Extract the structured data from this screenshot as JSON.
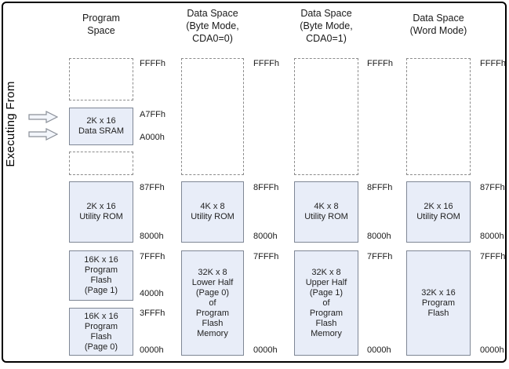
{
  "left_rail": {
    "label": "Executing From"
  },
  "palette": {
    "box_fill": "#e8edf8",
    "box_border": "#7f8795",
    "dashed_border": "#8c8c8c",
    "frame_border": "#000000",
    "text": "#1a1a1a"
  },
  "icons": {
    "arrow": "right-block-arrow"
  },
  "columns": [
    {
      "header": "Program\nSpace",
      "regions": [
        {
          "type": "unpopulated",
          "top_addr": "FFFFh"
        },
        {
          "type": "memory",
          "label": "2K x 16\nData SRAM",
          "top_addr": "A7FFh",
          "bottom_addr": "A000h"
        },
        {
          "type": "unpopulated"
        },
        {
          "type": "memory",
          "label": "2K x 16\nUtility ROM",
          "top_addr": "87FFh",
          "bottom_addr": "8000h"
        },
        {
          "type": "memory",
          "label": "16K x 16\nProgram\nFlash\n(Page 1)",
          "top_addr": "7FFFh",
          "bottom_addr": "4000h"
        },
        {
          "type": "memory",
          "label": "16K x 16\nProgram\nFlash\n(Page 0)",
          "top_addr": "3FFFh",
          "bottom_addr": "0000h"
        }
      ]
    },
    {
      "header": "Data Space\n(Byte Mode,\nCDA0=0)",
      "regions": [
        {
          "type": "unpopulated",
          "top_addr": "FFFFh"
        },
        {
          "type": "memory",
          "label": "4K x 8\nUtility ROM",
          "top_addr": "8FFFh",
          "bottom_addr": "8000h"
        },
        {
          "type": "memory",
          "label": "32K x 8\nLower Half\n(Page 0)\nof\nProgram\nFlash\nMemory",
          "top_addr": "7FFFh",
          "bottom_addr": "0000h"
        }
      ]
    },
    {
      "header": "Data Space\n(Byte Mode,\nCDA0=1)",
      "regions": [
        {
          "type": "unpopulated",
          "top_addr": "FFFFh"
        },
        {
          "type": "memory",
          "label": "4K x 8\nUtility ROM",
          "top_addr": "8FFFh",
          "bottom_addr": "8000h"
        },
        {
          "type": "memory",
          "label": "32K x 8\nUpper Half\n(Page 1)\nof\nProgram\nFlash\nMemory",
          "top_addr": "7FFFh",
          "bottom_addr": "0000h"
        }
      ]
    },
    {
      "header": "Data Space\n(Word Mode)",
      "regions": [
        {
          "type": "unpopulated",
          "top_addr": "FFFFh"
        },
        {
          "type": "memory",
          "label": "2K x 16\nUtility ROM",
          "top_addr": "87FFh",
          "bottom_addr": "8000h"
        },
        {
          "type": "memory",
          "label": "32K x 16\nProgram\nFlash",
          "top_addr": "7FFFh",
          "bottom_addr": "0000h"
        }
      ]
    }
  ]
}
